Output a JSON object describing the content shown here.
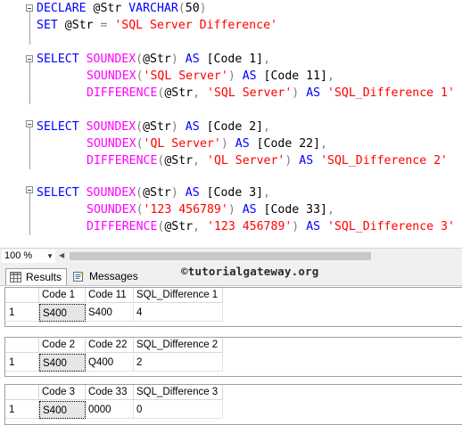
{
  "editor": {
    "line1": {
      "k1": "DECLARE",
      "var": " @Str ",
      "k2": "VARCHAR",
      "p1": "(",
      "num": "50",
      "p2": ")"
    },
    "line2": {
      "k1": "SET",
      "mid": " @Str ",
      "eq": "=",
      "str": " 'SQL Server Difference'"
    },
    "q1": {
      "a": {
        "kw": "SELECT ",
        "fn": "SOUNDEX",
        "p1": "(",
        "arg": "@Str",
        "p2": ")",
        "as": " AS ",
        "alias": "[Code 1]",
        "end": ","
      },
      "b": {
        "fn": "SOUNDEX",
        "p1": "(",
        "str": "'SQL Server'",
        "p2": ")",
        "as": " AS ",
        "alias": "[Code 11]",
        "end": ","
      },
      "c": {
        "fn": "DIFFERENCE",
        "p1": "(",
        "arg": "@Str",
        "comma": ", ",
        "str": "'SQL Server'",
        "p2": ")",
        "as": " AS ",
        "alias": "'SQL_Difference 1'"
      }
    },
    "q2": {
      "a": {
        "kw": "SELECT ",
        "fn": "SOUNDEX",
        "p1": "(",
        "arg": "@Str",
        "p2": ")",
        "as": " AS ",
        "alias": "[Code 2]",
        "end": ","
      },
      "b": {
        "fn": "SOUNDEX",
        "p1": "(",
        "str": "'QL Server'",
        "p2": ")",
        "as": " AS ",
        "alias": "[Code 22]",
        "end": ","
      },
      "c": {
        "fn": "DIFFERENCE",
        "p1": "(",
        "arg": "@Str",
        "comma": ", ",
        "str": "'QL Server'",
        "p2": ")",
        "as": " AS ",
        "alias": "'SQL_Difference 2'"
      }
    },
    "q3": {
      "a": {
        "kw": "SELECT ",
        "fn": "SOUNDEX",
        "p1": "(",
        "arg": "@Str",
        "p2": ")",
        "as": " AS ",
        "alias": "[Code 3]",
        "end": ","
      },
      "b": {
        "fn": "SOUNDEX",
        "p1": "(",
        "str": "'123 456789'",
        "p2": ")",
        "as": " AS ",
        "alias": "[Code 33]",
        "end": ","
      },
      "c": {
        "fn": "DIFFERENCE",
        "p1": "(",
        "arg": "@Str",
        "comma": ", ",
        "str": "'123 456789'",
        "p2": ")",
        "as": " AS ",
        "alias": "'SQL_Difference 3'"
      }
    }
  },
  "zoom": {
    "value": "100 %"
  },
  "tabs": {
    "results": "Results",
    "messages": "Messages"
  },
  "watermark": "©tutorialgateway.org",
  "results": [
    {
      "headers": [
        "Code 1",
        "Code 11",
        "SQL_Difference 1"
      ],
      "row_number": "1",
      "row": [
        "S400",
        "S400",
        "4"
      ]
    },
    {
      "headers": [
        "Code 2",
        "Code 22",
        "SQL_Difference 2"
      ],
      "row_number": "1",
      "row": [
        "S400",
        "Q400",
        "2"
      ]
    },
    {
      "headers": [
        "Code 3",
        "Code 33",
        "SQL_Difference 3"
      ],
      "row_number": "1",
      "row": [
        "S400",
        "0000",
        "0"
      ]
    }
  ],
  "colors": {
    "keyword": "#0000ff",
    "function": "#ff00ff",
    "string": "#ff0000",
    "operator": "#808080"
  },
  "icons": {
    "results_tab": "grid-icon",
    "messages_tab": "message-icon"
  }
}
